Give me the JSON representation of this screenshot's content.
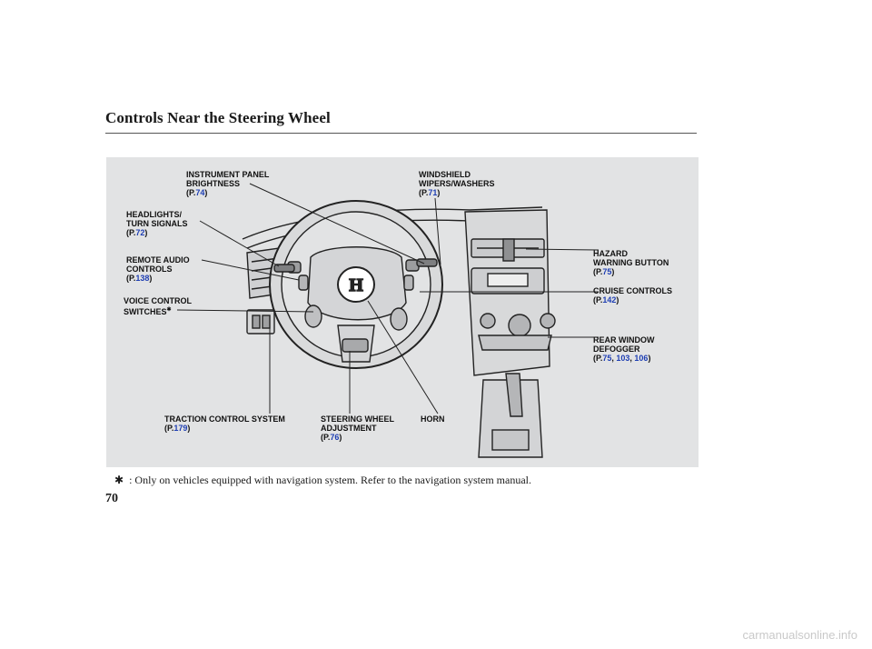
{
  "header": {
    "title": "Controls Near the Steering Wheel"
  },
  "callouts": {
    "instrument_panel": {
      "line1": "INSTRUMENT PANEL",
      "line2": "BRIGHTNESS",
      "ref_prefix": "(P.",
      "ref": "74",
      "ref_suffix": ")"
    },
    "headlights": {
      "line1": "HEADLIGHTS/",
      "line2": "TURN SIGNALS",
      "ref_prefix": "(P.",
      "ref": "72",
      "ref_suffix": ")"
    },
    "remote_audio": {
      "line1": "REMOTE AUDIO",
      "line2": "CONTROLS",
      "ref_prefix": "(P.",
      "ref": "138",
      "ref_suffix": ")"
    },
    "voice_control": {
      "line1": "VOICE CONTROL",
      "line2": "SWITCHES",
      "star": "✱"
    },
    "windshield": {
      "line1": "WINDSHIELD",
      "line2": "WIPERS/WASHERS",
      "ref_prefix": "(P.",
      "ref": "71",
      "ref_suffix": ")"
    },
    "hazard": {
      "line1": "HAZARD",
      "line2": "WARNING BUTTON",
      "ref_prefix": "(P.",
      "ref": "75",
      "ref_suffix": ")"
    },
    "cruise": {
      "line1": "CRUISE CONTROLS",
      "ref_prefix": "(P.",
      "ref": "142",
      "ref_suffix": ")"
    },
    "rear_window": {
      "line1": "REAR WINDOW",
      "line2": "DEFOGGER",
      "ref_prefix": "(P.",
      "ref1": "75",
      "sep1": ", ",
      "ref2": "103",
      "sep2": ", ",
      "ref3": "106",
      "ref_suffix": ")"
    },
    "traction": {
      "line1": "TRACTION CONTROL SYSTEM",
      "ref_prefix": "(P.",
      "ref": "179",
      "ref_suffix": ")"
    },
    "steering_adj": {
      "line1": "STEERING WHEEL",
      "line2": "ADJUSTMENT",
      "ref_prefix": "(P.",
      "ref": "76",
      "ref_suffix": ")"
    },
    "horn": {
      "line1": "HORN"
    }
  },
  "footnote": {
    "star": "✱",
    "text": ": Only on vehicles equipped with navigation system. Refer to the navigation system manual."
  },
  "page_number": "70",
  "watermark": "carmanualsonline.info",
  "colors": {
    "reference_link": "#1f3fb3",
    "figure_background": "#e2e3e4"
  }
}
